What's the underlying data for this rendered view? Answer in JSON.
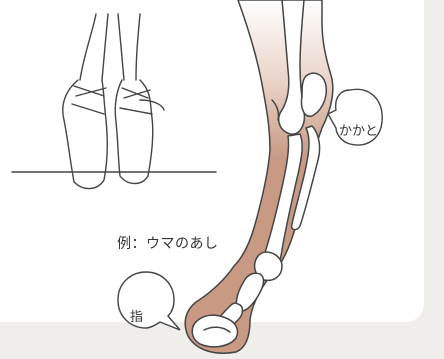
{
  "caption": "例：ウマのあし",
  "labels": {
    "heel": "かかと",
    "toe": "指"
  },
  "colors": {
    "background": "#f0eeea",
    "card": "#ffffff",
    "line": "#444444",
    "leg_fill": "#c89a84",
    "bone_fill": "#ffffff"
  },
  "icons": {
    "pointe_shoes": "ballet-pointe-shoes-illustration",
    "horse_leg": "horse-leg-skeleton-illustration"
  }
}
